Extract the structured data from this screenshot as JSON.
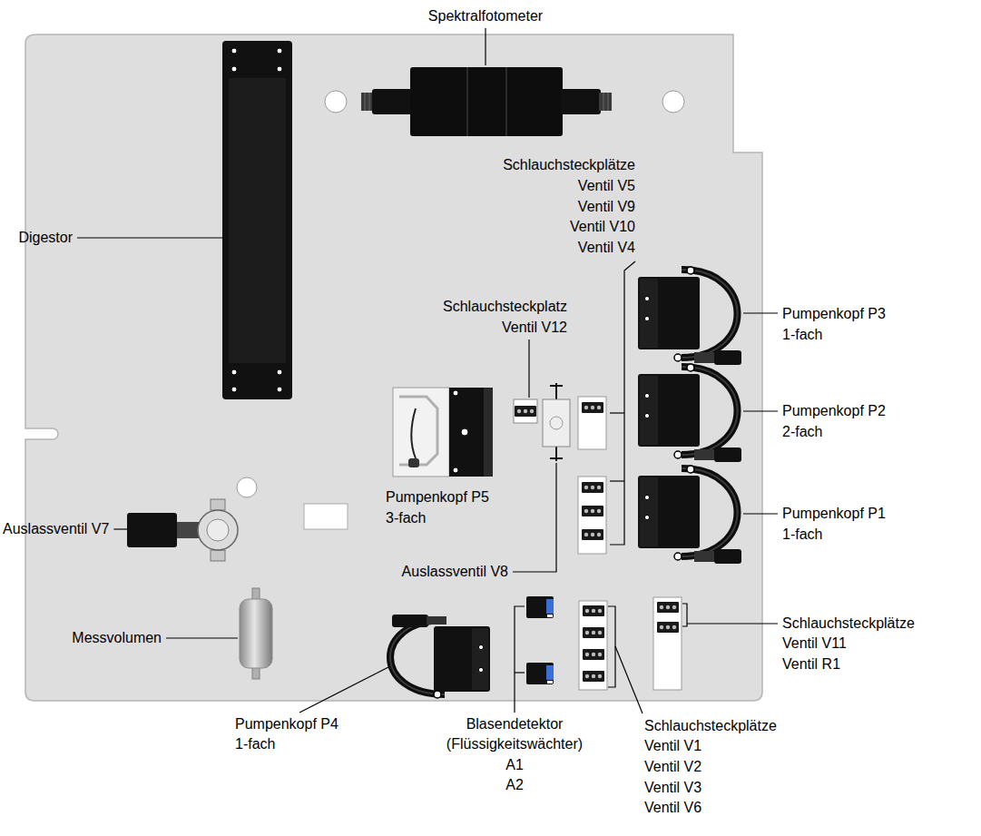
{
  "diagram": {
    "labels": [
      "Spektralfotometer",
      "Schlauchsteckplätze",
      "Ventil V5",
      "Ventil V9",
      "Ventil V10",
      "Ventil V4",
      "Schlauchsteckplatz",
      "Ventil V12",
      "Digestor",
      "Pumpenkopf P3",
      "1-fach",
      "Pumpenkopf P2",
      "2-fach",
      "Pumpenkopf P5",
      "3-fach",
      "Auslassventil V7",
      "Pumpenkopf P1",
      "1-fach",
      "Auslassventil V8",
      "Schlauchsteckplätze",
      "Ventil V11",
      "Ventil R1",
      "Messvolumen",
      "Pumpenkopf P4",
      "1-fach",
      "Blasendetektor",
      "(Flüssigkeitswächter)",
      "A1",
      "A2",
      "Schlauchsteckplätze",
      "Ventil V1",
      "Ventil V2",
      "Ventil V3",
      "Ventil V6"
    ]
  }
}
